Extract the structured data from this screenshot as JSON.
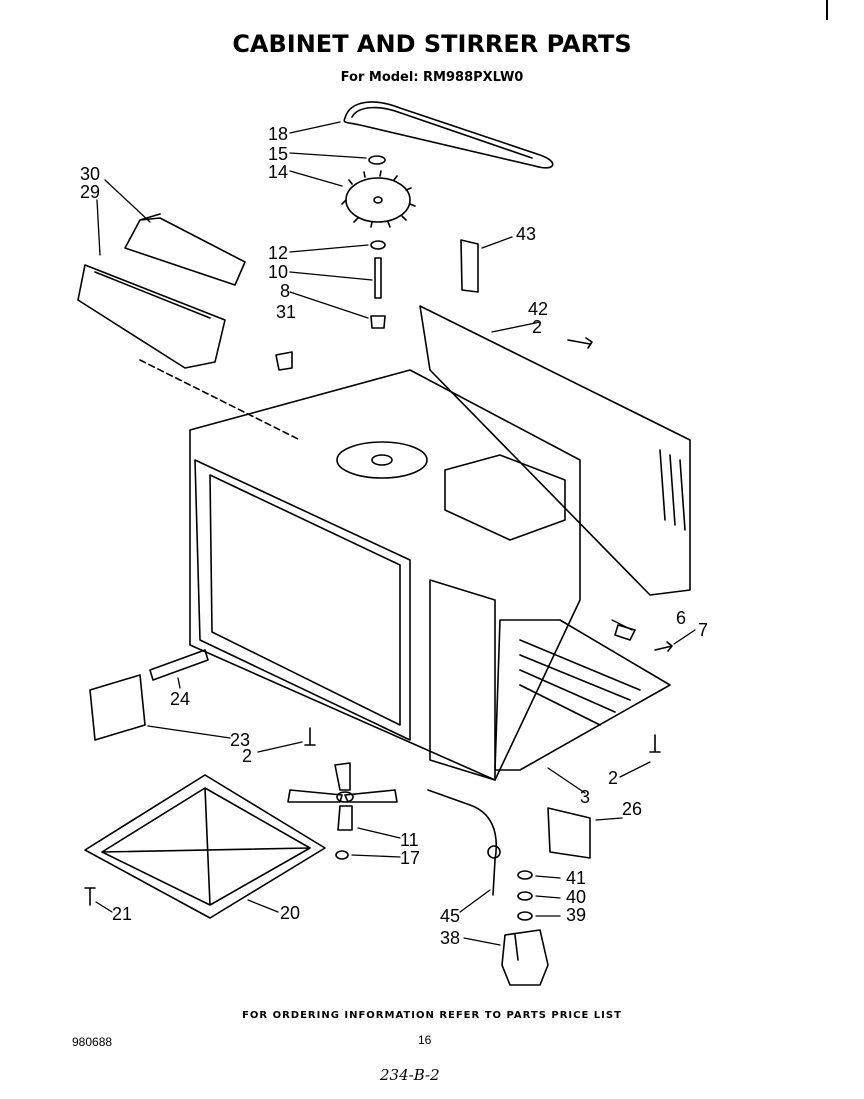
{
  "header": {
    "title": "CABINET AND STIRRER PARTS",
    "subtitle": "For Model: RM988PXLW0"
  },
  "callouts": [
    {
      "id": "c18",
      "label": "18"
    },
    {
      "id": "c15",
      "label": "15"
    },
    {
      "id": "c14",
      "label": "14"
    },
    {
      "id": "c30",
      "label": "30"
    },
    {
      "id": "c29",
      "label": "29"
    },
    {
      "id": "c12",
      "label": "12"
    },
    {
      "id": "c10",
      "label": "10"
    },
    {
      "id": "c8",
      "label": "8"
    },
    {
      "id": "c31",
      "label": "31"
    },
    {
      "id": "c43",
      "label": "43"
    },
    {
      "id": "c42",
      "label": "42"
    },
    {
      "id": "c2a",
      "label": "2"
    },
    {
      "id": "c6",
      "label": "6"
    },
    {
      "id": "c7",
      "label": "7"
    },
    {
      "id": "c24",
      "label": "24"
    },
    {
      "id": "c23",
      "label": "23"
    },
    {
      "id": "c2b",
      "label": "2"
    },
    {
      "id": "c2c",
      "label": "2"
    },
    {
      "id": "c3",
      "label": "3"
    },
    {
      "id": "c26",
      "label": "26"
    },
    {
      "id": "c11",
      "label": "11"
    },
    {
      "id": "c17",
      "label": "17"
    },
    {
      "id": "c41",
      "label": "41"
    },
    {
      "id": "c40",
      "label": "40"
    },
    {
      "id": "c39",
      "label": "39"
    },
    {
      "id": "c45",
      "label": "45"
    },
    {
      "id": "c38",
      "label": "38"
    },
    {
      "id": "c21",
      "label": "21"
    },
    {
      "id": "c20",
      "label": "20"
    }
  ],
  "footer": {
    "ordering_note": "FOR ORDERING INFORMATION REFER TO PARTS PRICE LIST",
    "doc_number": "980688",
    "page_number": "16",
    "handwritten_note": "234-B-2"
  }
}
